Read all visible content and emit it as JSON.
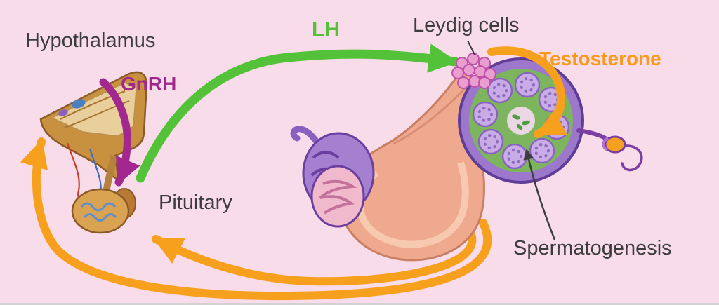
{
  "diagram": {
    "labels": {
      "hypothalamus": "Hypothalamus",
      "gnrh": "GnRH",
      "lh": "LH",
      "leydig_cells": "Leydig cells",
      "testosterone": "Testosterone",
      "pituitary": "Pituitary",
      "spermatogenesis": "Spermatogenesis"
    },
    "colors": {
      "background": "#f8dcea",
      "lh_arrow": "#53c238",
      "gnrh_arrow": "#a2278f",
      "testosterone_arrow": "#f7a01e",
      "text": "#3d3d3d"
    },
    "arrows": [
      {
        "name": "gnrh-arrow",
        "color": "#a2278f",
        "from": "Hypothalamus",
        "to": "Pituitary"
      },
      {
        "name": "lh-arrow",
        "color": "#53c238",
        "from": "Pituitary",
        "to": "Leydig cells"
      },
      {
        "name": "testosterone-arrow",
        "color": "#f7a01e",
        "from": "Leydig cells",
        "to": "Spermatogenesis"
      },
      {
        "name": "testosterone-feedback-arrow-hypothalamus",
        "color": "#f7a01e",
        "from": "Testis",
        "to": "Hypothalamus"
      },
      {
        "name": "testosterone-feedback-arrow-pituitary",
        "color": "#f7a01e",
        "from": "Testis",
        "to": "Pituitary"
      },
      {
        "name": "spermatogenesis-pointer",
        "color": "#3d3d3d",
        "from": "Spermatogenesis",
        "to": "Seminiferous tubule cross-section"
      }
    ]
  }
}
